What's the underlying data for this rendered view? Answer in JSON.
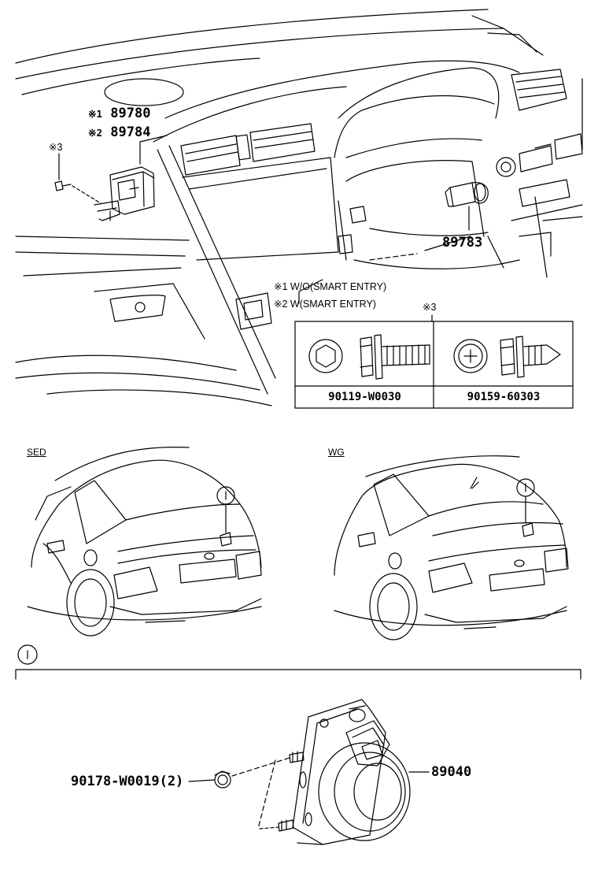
{
  "top_view": {
    "callouts": [
      {
        "mark": "※1",
        "part_no": "89780"
      },
      {
        "mark": "※2",
        "part_no": "89784"
      }
    ],
    "screw_mark": "※3",
    "switch_part_no": "89783",
    "notes": [
      {
        "mark": "※1",
        "text": "W/O(SMART ENTRY)"
      },
      {
        "mark": "※2",
        "text": "W(SMART ENTRY)"
      }
    ],
    "table": {
      "mark": "※3",
      "cells": [
        "90119-W0030",
        "90159-60303"
      ]
    }
  },
  "vehicles": {
    "sedan_label": "SED",
    "wagon_label": "WG",
    "ref_mark": "1"
  },
  "detail": {
    "ref_mark": "1",
    "nut_part_no": "90178-W0019(2)",
    "buzzer_part_no": "89040"
  }
}
